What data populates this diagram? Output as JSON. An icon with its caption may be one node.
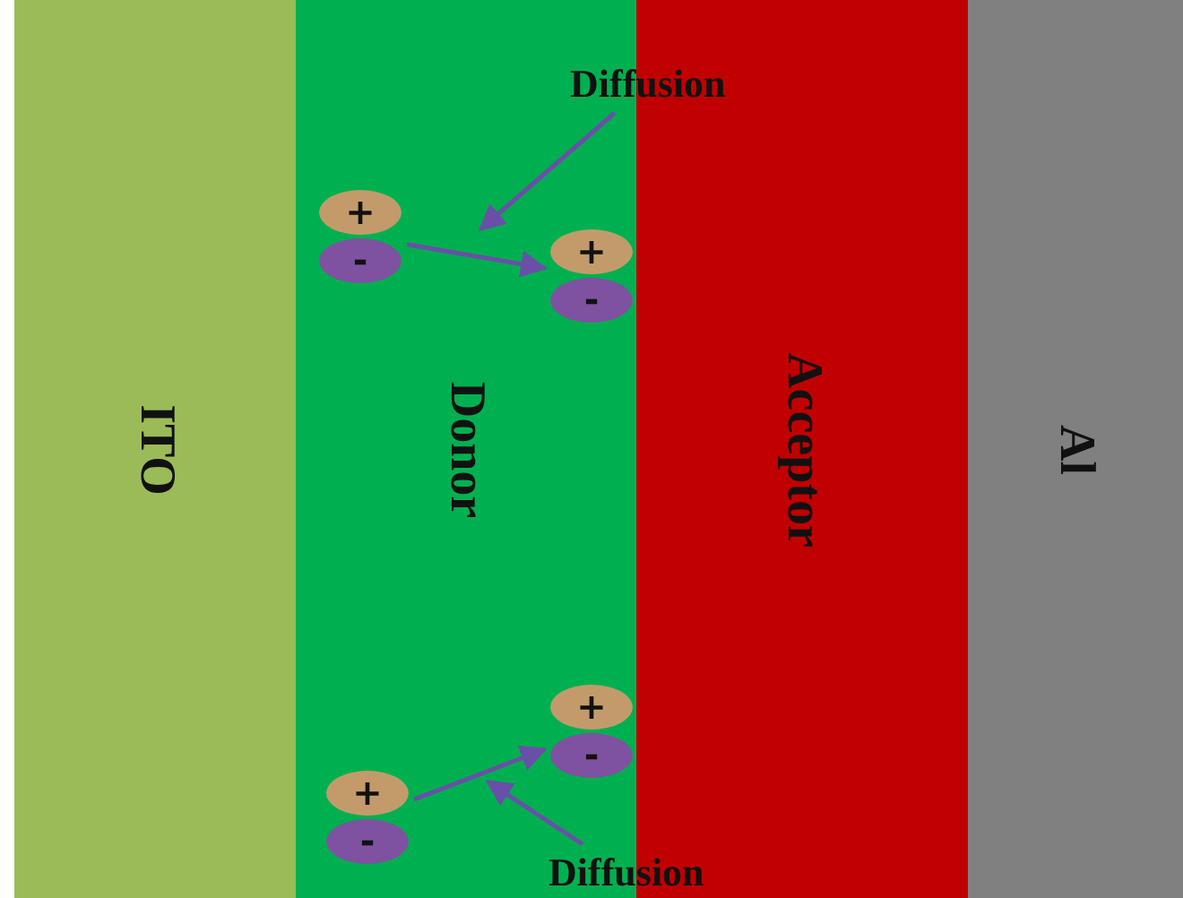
{
  "diagram": {
    "nodes": [
      {
        "text": [
          "ITO"
        ]
      },
      {
        "text": [
          "Donor"
        ]
      },
      {
        "text": [
          "Acceptor"
        ]
      },
      {
        "text": [
          "Al"
        ]
      },
      {
        "text": [
          "Diffusion"
        ]
      },
      {
        "text": [
          "+",
          "-"
        ],
        "in": 1
      },
      {
        "text": [
          "+",
          "-"
        ],
        "in": 1
      },
      {
        "text": [
          "+",
          "-"
        ],
        "in": 1
      },
      {
        "text": [
          "+",
          "-"
        ],
        "in": 1
      },
      {
        "text": [
          "Diffusion"
        ]
      }
    ],
    "edges": [
      {
        "from": 5,
        "to": 6,
        "arrow": "to"
      },
      {
        "from": 4,
        "to": null,
        "arrow": "to"
      },
      {
        "from": 8,
        "to": 7,
        "arrow": "to"
      },
      {
        "from": 9,
        "to": null,
        "arrow": "to"
      }
    ]
  }
}
